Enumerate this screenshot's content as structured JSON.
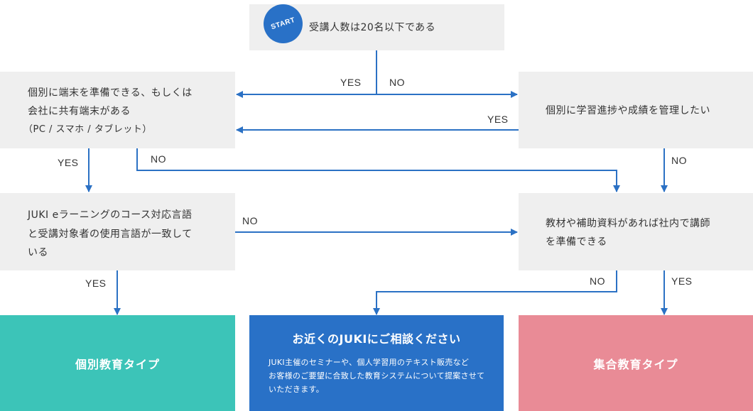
{
  "start_badge": "START",
  "q1": "受講人数は20名以下である",
  "q2": {
    "line1": "個別に端末を準備できる、もしくは",
    "line2": "会社に共有端末がある",
    "note": "（PC / スマホ / タブレット）"
  },
  "q3": "個別に学習進捗や成績を管理したい",
  "q4": {
    "line1": "JUKI eラーニングのコース対応言語",
    "line2": "と受講対象者の使用言語が一致して",
    "line3": "いる"
  },
  "q5": {
    "line1": "教材や補助資料があれば社内で講師",
    "line2": "を準備できる"
  },
  "labels": {
    "q1_yes": "YES",
    "q1_no": "NO",
    "q3_yes": "YES",
    "q2_yes": "YES",
    "q2_no": "NO",
    "q3_no": "NO",
    "q4_no": "NO",
    "q4_yes": "YES",
    "q5_no": "NO",
    "q5_yes": "YES"
  },
  "results": {
    "individual": "個別教育タイプ",
    "consult_title": "お近くのJUKIにご相談ください",
    "consult_line1": "JUKI主催のセミナーや、個人学習用のテキスト販売など",
    "consult_line2": "お客様のご要望に合致した教育システムについて提案させて",
    "consult_line3": "いただきます。",
    "group": "集合教育タイプ"
  },
  "colors": {
    "arrow": "#2b71c4",
    "box_bg": "#efefef",
    "individual": "#3cc4b8",
    "consult": "#2971c7",
    "group": "#e98b96"
  }
}
